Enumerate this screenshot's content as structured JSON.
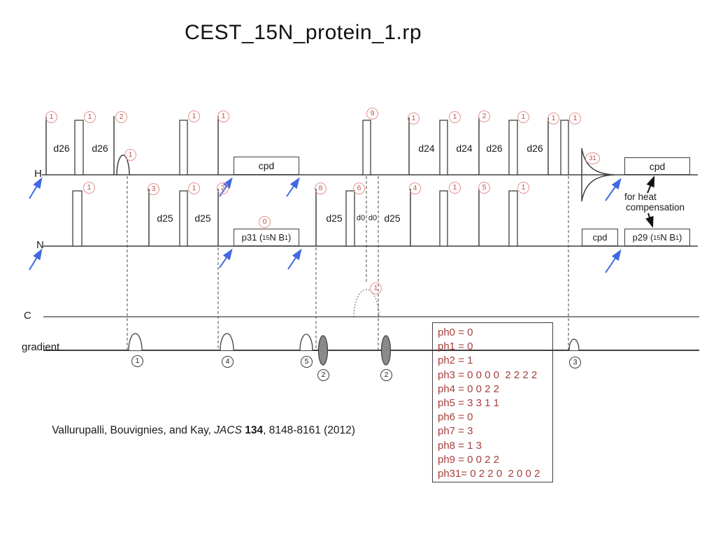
{
  "title": "CEST_15N_protein_1.rp",
  "channels": {
    "h": "H",
    "n": "N",
    "c": "C",
    "gradient": "gradient"
  },
  "h": {
    "phases": [
      "1",
      "1",
      "2",
      "1",
      "1",
      "1",
      "9",
      "1",
      "1",
      "2",
      "1",
      "1",
      "1"
    ],
    "acq_phase": "31",
    "delays": [
      "d26",
      "d26",
      "d24",
      "d24",
      "d26",
      "d26"
    ],
    "cpd_mid": "cpd",
    "cpd_right": "cpd"
  },
  "n": {
    "phases": [
      "1",
      "3",
      "1",
      "2",
      "8",
      "6",
      "4",
      "1",
      "5",
      "1"
    ],
    "sat_phase": "0",
    "delays": [
      "d25",
      "d25",
      "d25",
      "d0",
      "d0",
      "d25"
    ],
    "cpd": "cpd",
    "p31": {
      "pre": "p31 (",
      "sup": "15",
      "mid": "N B",
      "sub": "1",
      "post": ")"
    },
    "p29": {
      "pre": "p29 (",
      "sup": "15",
      "mid": "N B",
      "sub": "1",
      "post": ")"
    }
  },
  "c": {
    "phase": "1"
  },
  "gradient": {
    "labels": [
      "1",
      "4",
      "5",
      "2",
      "2",
      "3"
    ]
  },
  "phase_table": {
    "lines": [
      "ph0 = 0",
      "ph1 = 0",
      "ph2 = 1",
      "ph3 = 0 0 0 0  2 2 2 2",
      "ph4 = 0 0 2 2",
      "ph5 = 3 3 1 1",
      "ph6 = 0",
      "ph7 = 3",
      "ph8 = 1 3",
      "ph9 = 0 0 2 2",
      "ph31= 0 2 2 0  2 0 0 2"
    ]
  },
  "annotations": {
    "heat1": "for heat",
    "heat2": "compensation"
  },
  "citation": {
    "authors": "Vallurupalli, Bouvignies, and Kay, ",
    "journal": "JACS ",
    "volume": "134",
    "rest": ", 8148-8161 (2012)"
  },
  "colors": {
    "line": "#3f3f3f",
    "circle_red_border": "#e2938f",
    "circle_red_text": "#c0504d",
    "circle_black": "#3a3a3a",
    "phase_text": "#a5403c",
    "arrow_blue": "#4169e1",
    "gradient_gray": "#8a8a8a"
  }
}
